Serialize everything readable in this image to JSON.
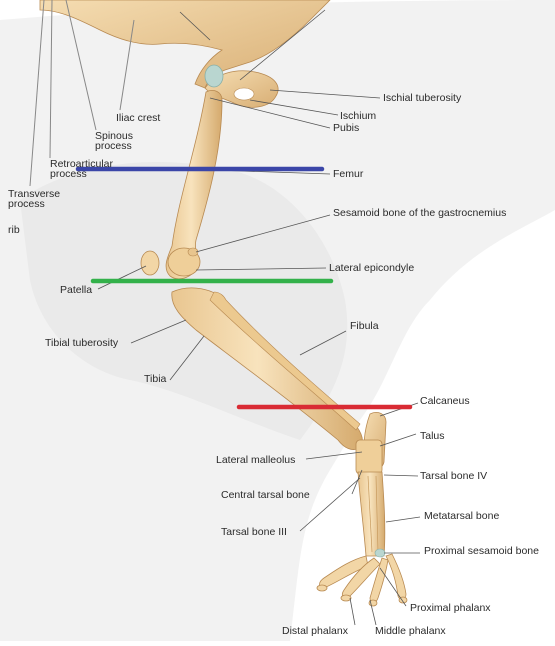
{
  "diagram": {
    "labels": {
      "iliac_crest": "Iliac crest",
      "spinous_process": "Spinous\nprocess",
      "retroarticular_process": "Retroarticular\nprocess",
      "transverse_process": "Transverse\nprocess",
      "rib": "rib",
      "ischial_tuberosity": "Ischial tuberosity",
      "ischium": "Ischium",
      "pubis": "Pubis",
      "femur": "Femur",
      "sesamoid_gastrocnemius": "Sesamoid bone of the gastrocnemius",
      "lateral_epicondyle": "Lateral epicondyle",
      "patella": "Patella",
      "fibula": "Fibula",
      "tibial_tuberosity": "Tibial tuberosity",
      "tibia": "Tibia",
      "calcaneus": "Calcaneus",
      "talus": "Talus",
      "lateral_malleolus": "Lateral malleolus",
      "tarsal_bone_iv": "Tarsal bone IV",
      "central_tarsal_bone": "Central tarsal bone",
      "tarsal_bone_iii": "Tarsal bone III",
      "metatarsal_bone": "Metatarsal bone",
      "proximal_sesamoid_bone": "Proximal sesamoid bone",
      "proximal_phalanx": "Proximal phalanx",
      "distal_phalanx": "Distal phalanx",
      "middle_phalanx": "Middle phalanx"
    },
    "markers": [
      {
        "name": "blue-marker-line",
        "color": "#3b46a8"
      },
      {
        "name": "green-marker-line",
        "color": "#33b14a"
      },
      {
        "name": "red-marker-line",
        "color": "#d92b34"
      }
    ],
    "colors": {
      "bone": "#f2d6a6",
      "bone_shade": "#d3aa70",
      "bone_outline": "#b88a52",
      "silhouette": "#ececec",
      "leader_line": "#555555"
    }
  }
}
